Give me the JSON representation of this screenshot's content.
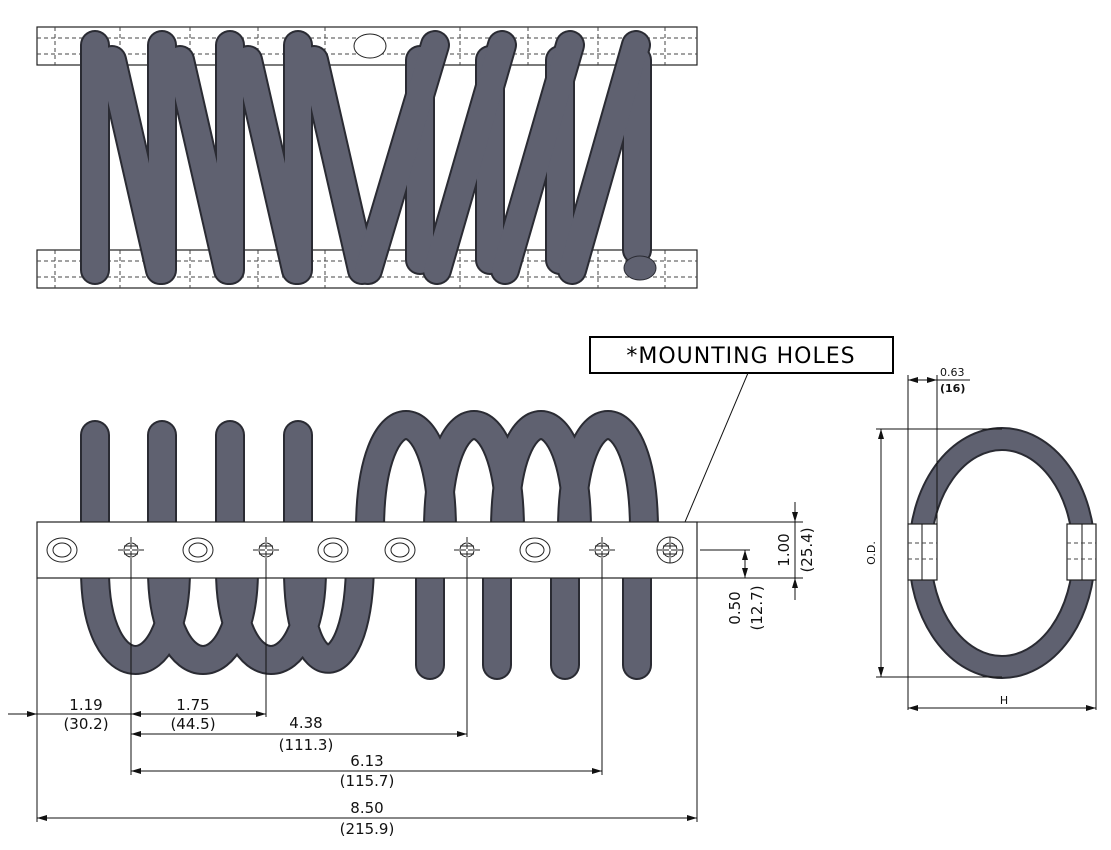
{
  "callout": {
    "label": "*MOUNTING HOLES"
  },
  "dimensions": {
    "d1": {
      "inch": "1.19",
      "mm": "(30.2)"
    },
    "d2": {
      "inch": "1.75",
      "mm": "(44.5)"
    },
    "d3": {
      "inch": "4.38",
      "mm": "(111.3)"
    },
    "d4": {
      "inch": "6.13",
      "mm": "(115.7)"
    },
    "d5": {
      "inch": "8.50",
      "mm": "(215.9)"
    },
    "plate_height": {
      "inch": "1.00",
      "mm": "(25.4)"
    },
    "hole_offset": {
      "inch": "0.50",
      "mm": "(12.7)"
    },
    "plate_thickness": {
      "inch": "0.63",
      "mm": "(16)"
    },
    "outer_diameter": "O.D.",
    "height": "H"
  },
  "colors": {
    "coil": "#5f6170",
    "outline": "#2a2b33"
  }
}
